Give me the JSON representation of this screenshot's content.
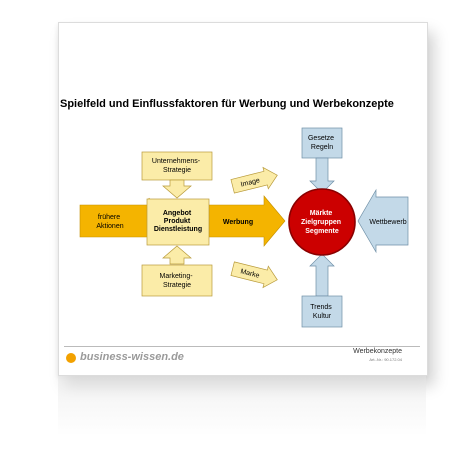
{
  "title": "Spielfeld und Einflussfaktoren für Werbung und Werbekonzepte",
  "nodes": {
    "unternehmensstrategie": [
      "Unternehmens-",
      "Strategie"
    ],
    "fruehere_aktionen": [
      "frühere",
      "Aktionen"
    ],
    "angebot": [
      "Angebot",
      "Produkt",
      "Dienstleistung"
    ],
    "werbung": "Werbung",
    "marketingstrategie": [
      "Marketing-",
      "Strategie"
    ],
    "image": "Image",
    "marke": "Marke",
    "maerkte": [
      "Märkte",
      "Zielgruppen",
      "Segmente"
    ],
    "gesetze": [
      "Gesetze",
      "Regeln"
    ],
    "wettbewerb": "Wettbewerb",
    "trends": [
      "Trends",
      "Kultur"
    ]
  },
  "footer": {
    "brand": "business-wissen.de",
    "doc_title": "Werbekonzepte",
    "art_nr": "Art.-Nr.: 90.172.04"
  },
  "colors": {
    "yellow_fill": "#fbeca8",
    "yellow_stroke": "#b89a3a",
    "orange_fill": "#f4b400",
    "blue_fill": "#c3d9e8",
    "blue_stroke": "#6f8fa6",
    "red_fill": "#cc0000",
    "brand_dot": "#f2a100"
  }
}
